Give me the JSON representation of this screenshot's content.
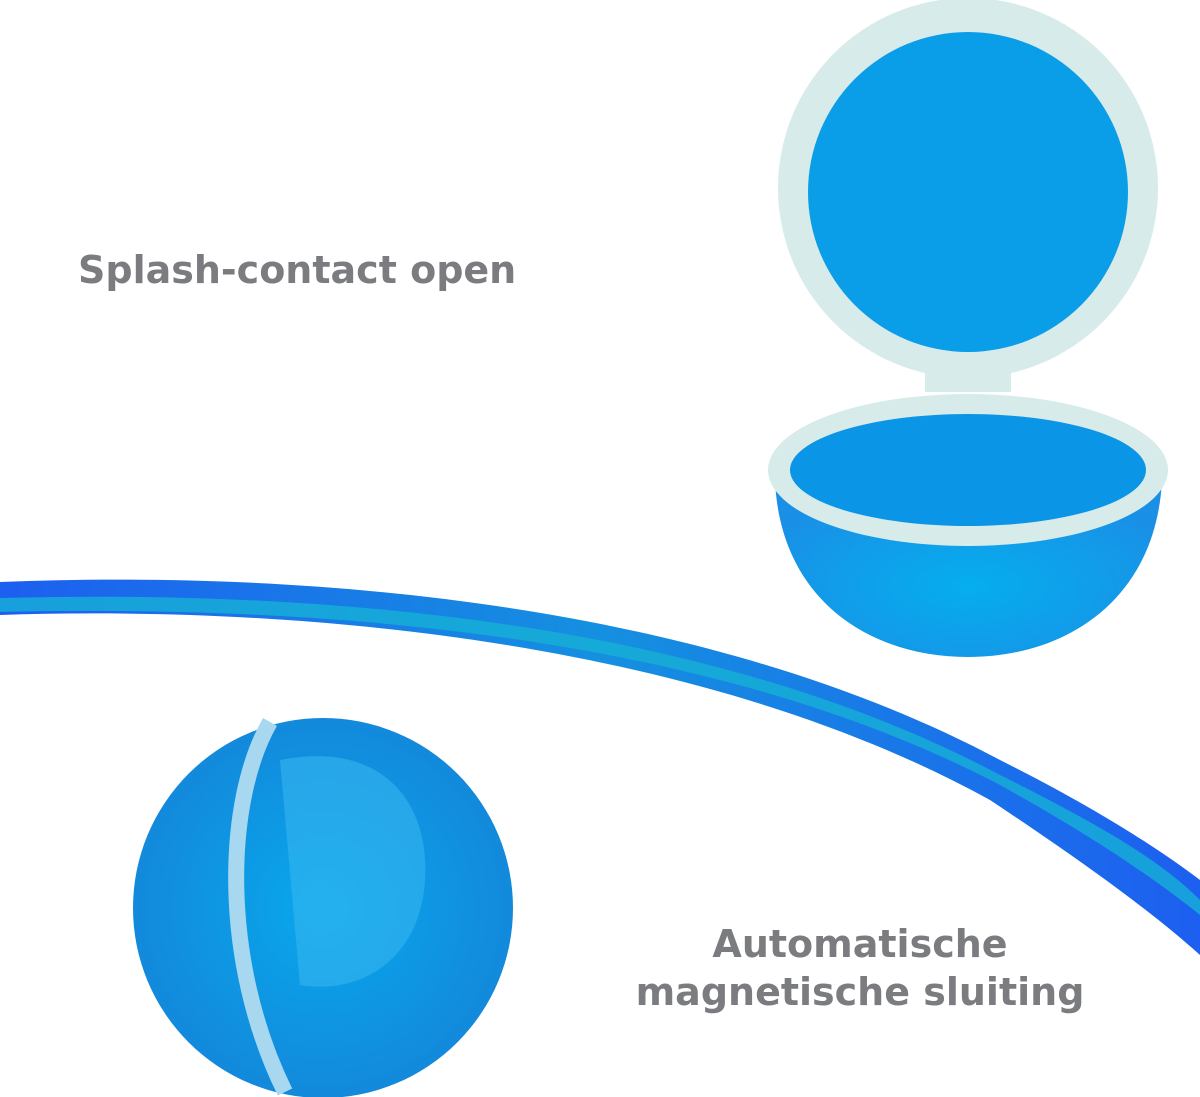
{
  "labels": {
    "top": "Splash-contact open",
    "bottom_line1": "Automatische",
    "bottom_line2": "magnetische sluiting"
  },
  "colors": {
    "text": "#7b7c80",
    "blue": "#0a9de8",
    "rim": "#d6ebea",
    "swoosh_dark": "#1d5ff0",
    "swoosh_light": "#16a8d8"
  }
}
